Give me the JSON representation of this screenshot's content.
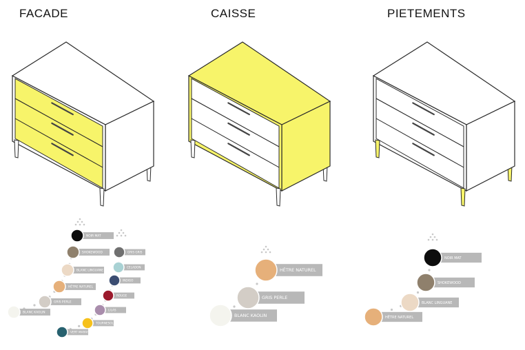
{
  "panels": [
    {
      "title": "FACADE",
      "highlight": "facade"
    },
    {
      "title": "CAISSE",
      "highlight": "caisse"
    },
    {
      "title": "PIETEMENTS",
      "highlight": "pietements"
    }
  ],
  "colors": {
    "highlight": "#f7f46a",
    "outline": "#2a2a2a",
    "label_bg": "#b8b8b8",
    "label_text": "#ffffff",
    "dots": "#c8c8c8"
  },
  "facade_swatches": [
    {
      "name": "NOIR MAT",
      "color": "#0d0d0d"
    },
    {
      "name": "SHOKEWOOD",
      "color": "#8f806c"
    },
    {
      "name": "BLANC LINGUANE",
      "color": "#ecd9c5"
    },
    {
      "name": "HÊTRE NATUREL",
      "color": "#e6b07a"
    },
    {
      "name": "GRIS PERLE",
      "color": "#d3cdc6"
    },
    {
      "name": "BLANC KAOLIN",
      "color": "#f4f4ee"
    },
    {
      "name": "GRIS GRIS",
      "color": "#707070"
    },
    {
      "name": "CELADON",
      "color": "#a9d2d4"
    },
    {
      "name": "INDIGO",
      "color": "#3b4d72"
    },
    {
      "name": "ROUGE",
      "color": "#9b1a2c"
    },
    {
      "name": "LILAS",
      "color": "#a98dac"
    },
    {
      "name": "TOURNESOL",
      "color": "#f6c11b"
    },
    {
      "name": "VERT MARAIS",
      "color": "#27616f"
    }
  ],
  "caisse_swatches": [
    {
      "name": "HÊTRE NATUREL",
      "color": "#e6b07a"
    },
    {
      "name": "GRIS PERLE",
      "color": "#d3cdc6"
    },
    {
      "name": "BLANC KAOLIN",
      "color": "#f4f4ee"
    }
  ],
  "pietements_swatches": [
    {
      "name": "NOIR MAT",
      "color": "#0d0d0d"
    },
    {
      "name": "SHOKEWOOD",
      "color": "#8f806c"
    },
    {
      "name": "BLANC LINGUANE",
      "color": "#ecd9c5"
    },
    {
      "name": "HÊTRE NATUREL",
      "color": "#e6b07a"
    }
  ]
}
